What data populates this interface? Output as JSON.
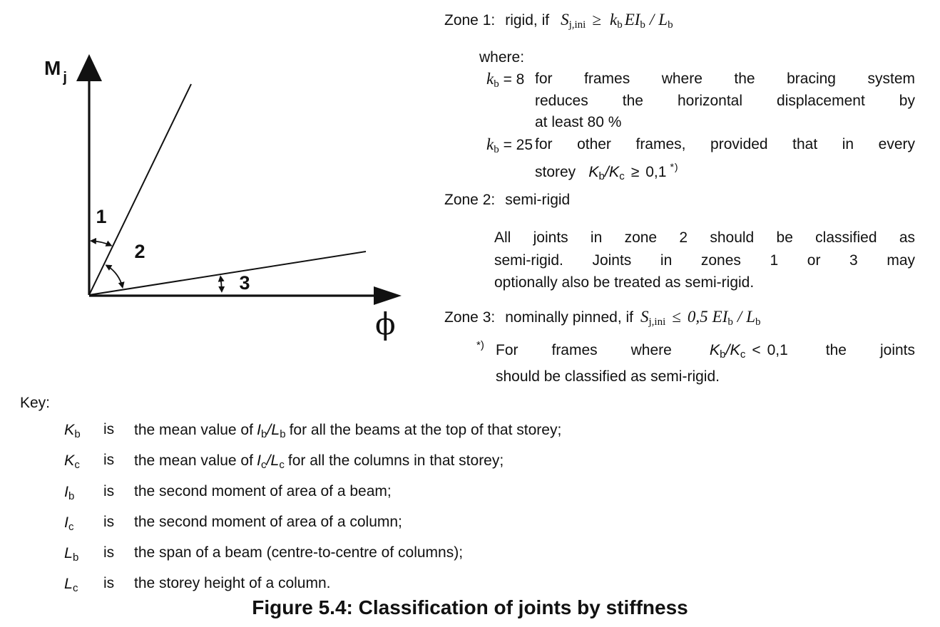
{
  "page": {
    "ink": "#111111",
    "background": "#ffffff"
  },
  "diagram": {
    "m": "M",
    "m_sub": "j",
    "phi": "ϕ",
    "zone1": "1",
    "zone2": "2",
    "zone3": "3"
  },
  "zone1": {
    "label": "Zone 1:",
    "lead": "rigid, if",
    "S": "S",
    "S_sub": "j,ini",
    "rel": "≥",
    "k": "k",
    "k_sub": "b",
    "EI": "EI",
    "EI_sub": "b",
    "slash": "/",
    "L": "L",
    "L_sub": "b",
    "where": "where:",
    "k8_sym": "k",
    "k8_sub": "b",
    "k8_eq": "= 8",
    "k8_lines": [
      "for frames where the bracing system",
      "reduces the horizontal displacement by",
      "at least 80 %"
    ],
    "k25_sym": "k",
    "k25_sub": "b",
    "k25_eq": "= 25",
    "k25_line1": "for other frames, provided that in every",
    "k25_storey": "storey",
    "K1": "K",
    "K1_sub": "b",
    "K_slash": "/",
    "K2": "K",
    "K2_sub": "c",
    "K_rel": "≥",
    "K_val": "0,1",
    "K_star": "*)"
  },
  "zone2": {
    "label": "Zone 2:",
    "lead": "semi-rigid",
    "lines": [
      "All joints in zone 2 should be classified as",
      "semi-rigid.  Joints in zones 1 or 3 may",
      "optionally also be treated as semi-rigid."
    ]
  },
  "zone3": {
    "label": "Zone 3:",
    "lead": "nominally pinned, if",
    "S": "S",
    "S_sub": "j,ini",
    "rel": "≤",
    "coef": "0,5",
    "EI": "EI",
    "EI_sub": "b",
    "slash": "/",
    "L": "L",
    "L_sub": "b"
  },
  "footnote": {
    "star": "*)",
    "pre": "For frames where",
    "K1": "K",
    "K1_sub": "b",
    "slash": "/",
    "K2": "K",
    "K2_sub": "c",
    "rel": "<",
    "val": "0,1",
    "post": "the joints",
    "line2": "should be classified as semi-rigid."
  },
  "key": {
    "label": "Key:",
    "rows": [
      {
        "sym": "K",
        "sub": "b",
        "is": "is",
        "pre": "the mean value of",
        "m1": "I",
        "m1_sub": "b",
        "slash": "/",
        "m2": "L",
        "m2_sub": "b",
        "post": "for all the beams at the top of that storey;"
      },
      {
        "sym": "K",
        "sub": "c",
        "is": "is",
        "pre": "the mean value of",
        "m1": "I",
        "m1_sub": "c",
        "slash": "/",
        "m2": "L",
        "m2_sub": "c",
        "post": "for all the columns in that storey;"
      },
      {
        "sym": "I",
        "sub": "b",
        "is": "is",
        "pre": "the second moment of area of a beam;"
      },
      {
        "sym": "I",
        "sub": "c",
        "is": "is",
        "pre": "the second moment of area of a column;"
      },
      {
        "sym": "L",
        "sub": "b",
        "is": "is",
        "pre": "the span of a beam (centre-to-centre of columns);"
      },
      {
        "sym": "L",
        "sub": "c",
        "is": "is",
        "pre": "the storey height of a column."
      }
    ]
  },
  "caption": "Figure 5.4: Classification of joints by stiffness"
}
